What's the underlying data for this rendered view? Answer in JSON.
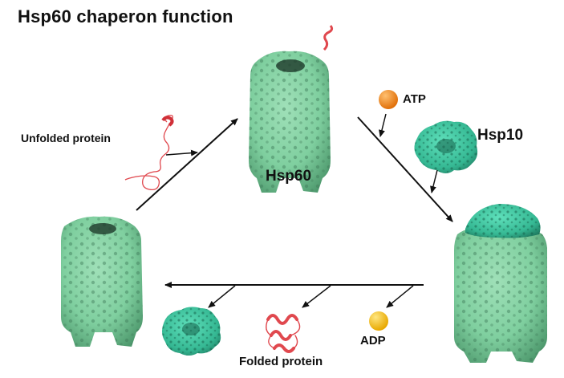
{
  "title": "Hsp60 chaperon function",
  "labels": {
    "unfolded_protein": "Unfolded protein",
    "hsp60": "Hsp60",
    "atp": "ATP",
    "hsp10": "Hsp10",
    "adp": "ADP",
    "folded_protein": "Folded protein"
  },
  "colors": {
    "hsp60_surface": "#7fcf9f",
    "hsp60_shadow": "#3f7a58",
    "hsp10_surface": "#3cc7a0",
    "hsp10_shadow": "#1f7d62",
    "protein_ribbon": "#e0484e",
    "atp_ball": "#f08a1e",
    "adp_ball": "#f5c21a",
    "arrow": "#111111"
  },
  "cycle_steps": [
    {
      "from": "Hsp60 (empty, left)",
      "to": "Hsp60 (top)",
      "input": "Unfolded protein"
    },
    {
      "from": "Hsp60 (top)",
      "to": "Hsp60-Hsp10 complex (right)",
      "inputs": [
        "ATP",
        "Hsp10"
      ]
    },
    {
      "from": "Hsp60-Hsp10 complex (right)",
      "to": "Hsp60 (empty, left)",
      "outputs": [
        "Hsp10",
        "Folded protein",
        "ADP"
      ]
    }
  ]
}
